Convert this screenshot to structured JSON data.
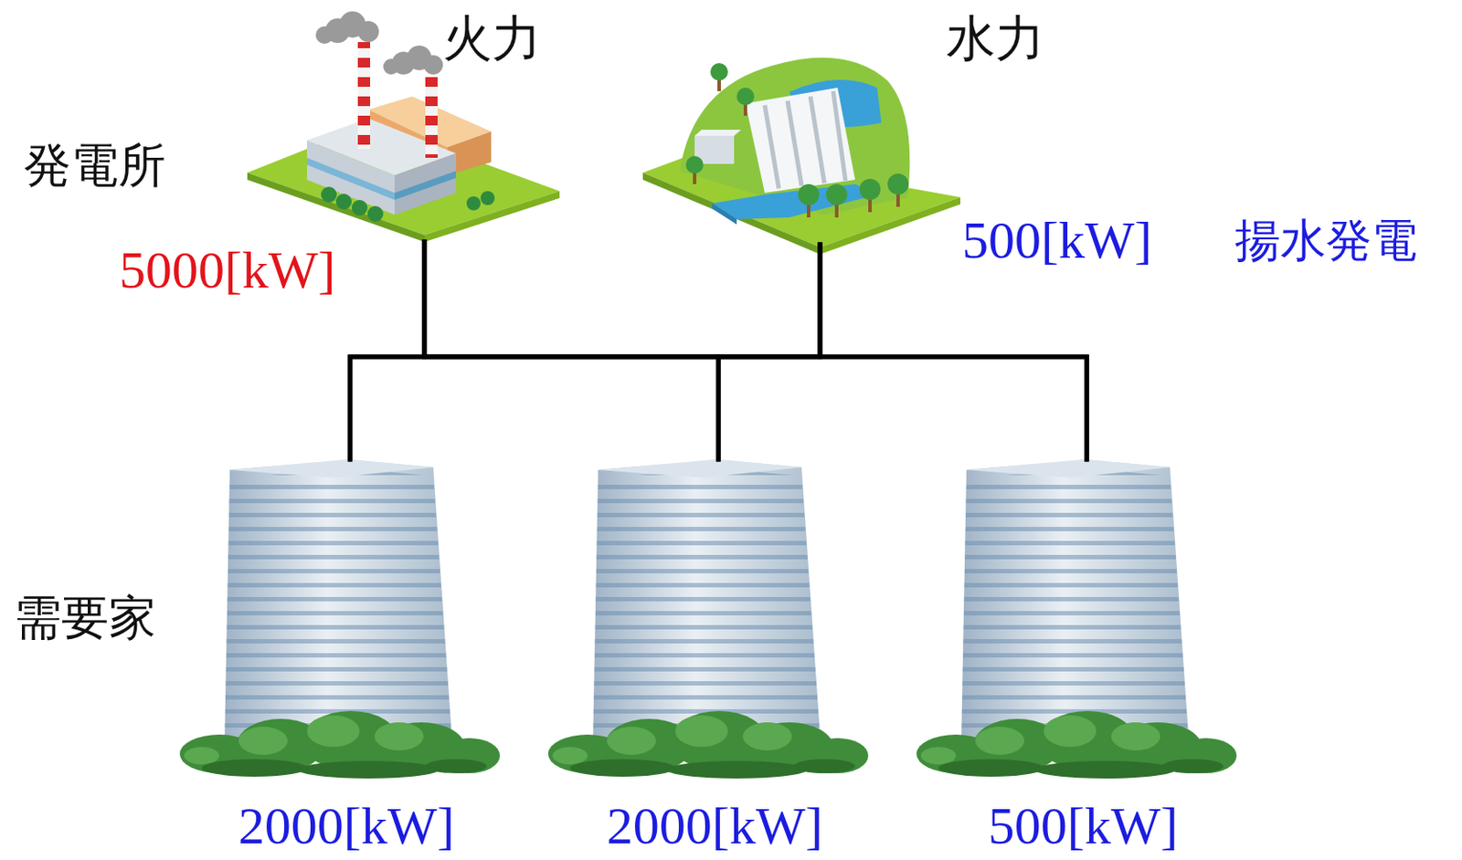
{
  "diagram": {
    "nodes": [
      {
        "text": [
          "火力",
          "5000[kW]"
        ]
      },
      {
        "text": [
          "水力",
          "500[kW]"
        ]
      },
      {
        "text": [
          "2000[kW]"
        ]
      },
      {
        "text": [
          "2000[kW]"
        ]
      },
      {
        "text": [
          "500[kW]"
        ]
      }
    ],
    "edges": [
      {
        "from": 0,
        "to": 2,
        "arrow": "none"
      },
      {
        "from": 0,
        "to": 3,
        "arrow": "none"
      },
      {
        "from": 0,
        "to": 4,
        "arrow": "none"
      },
      {
        "from": 1,
        "to": 2,
        "arrow": "none"
      },
      {
        "from": 1,
        "to": 3,
        "arrow": "none"
      },
      {
        "from": 1,
        "to": 4,
        "arrow": "none"
      }
    ],
    "labels": [
      "発電所",
      "揚水発電",
      "需要家"
    ]
  }
}
